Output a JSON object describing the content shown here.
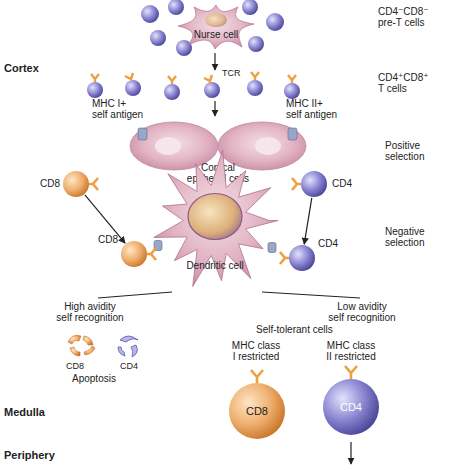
{
  "diagram": {
    "nodes": [
      {
        "text": [
          "Nurse cell"
        ]
      },
      {
        "text": [
          "Cortical epithelial cells"
        ]
      },
      {
        "text": [
          "CD8"
        ]
      },
      {
        "text": [
          "CD4"
        ]
      },
      {
        "text": [
          "Dendritic cell"
        ]
      },
      {
        "text": [
          "CD8"
        ]
      },
      {
        "text": [
          "CD4"
        ]
      },
      {
        "text": [
          "CD8"
        ]
      },
      {
        "text": [
          "CD4"
        ]
      }
    ],
    "edges": [
      {
        "from": 2,
        "to": 5,
        "arrow": "to"
      },
      {
        "from": 3,
        "to": 6,
        "arrow": "to"
      }
    ],
    "labels": [
      "Cortex",
      "CD4⁻CD8⁻ pre-T cells",
      "TCR",
      "CD4⁺CD8⁺ T cells",
      "MHC I+ self antigen",
      "MHC II+ self antigen",
      "Positive selection",
      "Negative selection",
      "High avidity self recognition",
      "Low avidity self recognition",
      "CD8",
      "CD4",
      "Apoptosis",
      "Self-tolerant cells",
      "MHC class I restricted",
      "MHC class II restricted",
      "Medulla",
      "Periphery"
    ]
  }
}
